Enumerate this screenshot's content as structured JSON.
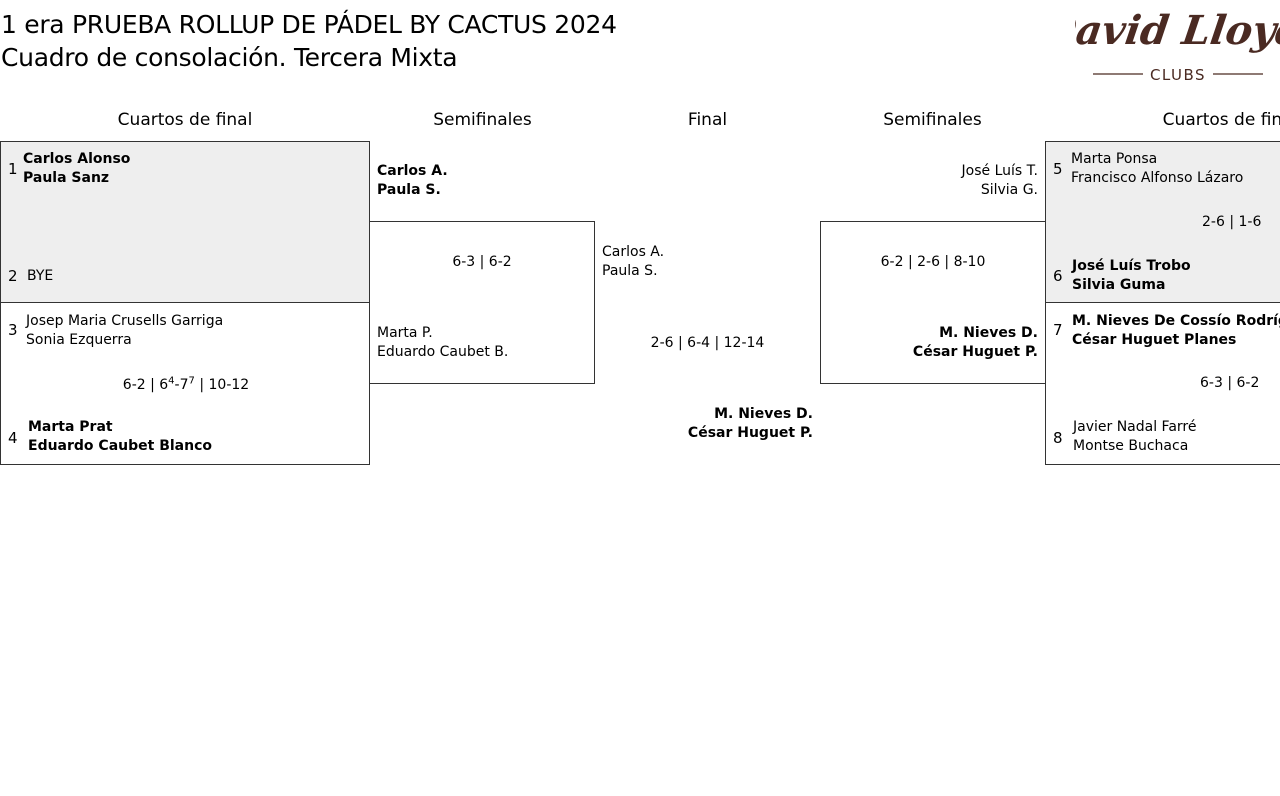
{
  "header": {
    "title_line1": "1 era PRUEBA ROLLUP DE PÁDEL BY CACTUS 2024",
    "title_line2": "Cuadro de consolación. Tercera Mixta",
    "logo_text": "David Lloyd",
    "logo_sub": "CLUBS"
  },
  "rounds": {
    "left_quarters": "Cuartos de final",
    "left_semis": "Semifinales",
    "final": "Final",
    "right_semis": "Semifinales",
    "right_quarters": "Cuartos de final"
  },
  "left_quarters": {
    "match1": {
      "seed_a": "1",
      "a1": "Carlos Alonso",
      "a2": "Paula Sanz",
      "seed_b": "2",
      "b1": "BYE"
    },
    "match2": {
      "seed_a": "3",
      "a1": "Josep Maria Crusells Garriga",
      "a2": "Sonia Ezquerra",
      "score_base_1": "6-2 | 6",
      "score_sup_1": "4",
      "score_mid": "-7",
      "score_sup_2": "7",
      "score_rest": " | 10-12",
      "seed_b": "4",
      "b1": "Marta Prat",
      "b2": "Eduardo Caubet Blanco"
    }
  },
  "left_semis": {
    "top1": "Carlos A.",
    "top2": "Paula S.",
    "score": "6-3 | 6-2",
    "bottom1": "Marta P.",
    "bottom2": "Eduardo Caubet B."
  },
  "final": {
    "top1": "Carlos A.",
    "top2": "Paula S.",
    "score": "2-6 | 6-4 | 12-14",
    "winner1": "M. Nieves D.",
    "winner2": "César Huguet P."
  },
  "right_semis": {
    "top1": "José Luís T.",
    "top2": "Silvia G.",
    "score": "6-2 | 2-6 | 8-10",
    "bottom1": "M. Nieves D.",
    "bottom2": "César Huguet P."
  },
  "right_quarters": {
    "match1": {
      "seed_a": "5",
      "a1": "Marta Ponsa",
      "a2": "Francisco Alfonso Lázaro",
      "score": "2-6 | 1-6",
      "seed_b": "6",
      "b1": "José Luís Trobo",
      "b2": "Silvia Guma"
    },
    "match2": {
      "seed_a": "7",
      "a1": "M. Nieves De Cossío Rodrígu",
      "a2": "César Huguet Planes",
      "score": "6-3 | 6-2",
      "seed_b": "8",
      "b1": "Javier Nadal Farré",
      "b2": "Montse Buchaca"
    }
  },
  "colors": {
    "shaded_box": "#eeeeee",
    "logo_brown": "#4a2a22",
    "border": "#333333"
  }
}
